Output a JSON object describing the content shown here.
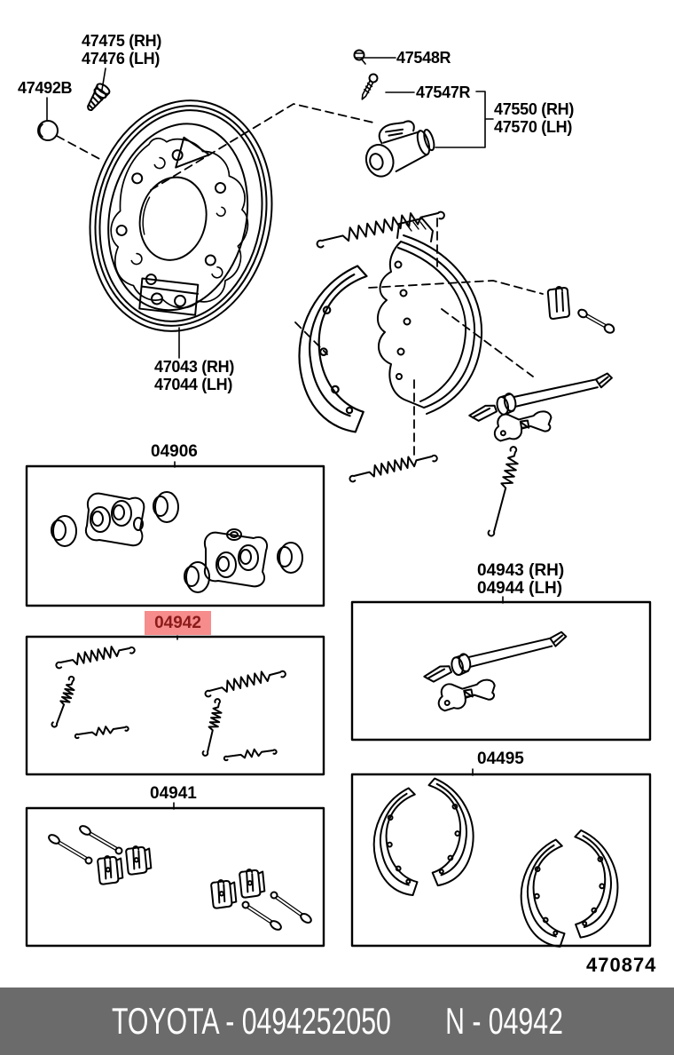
{
  "diagram": {
    "figure_number": "470874",
    "colors": {
      "line": "#000000",
      "highlight_bg": "#f68c8c",
      "highlight_text": "#8b1a1a",
      "footer_bg": "#6b6b6b",
      "footer_text": "#ffffff"
    },
    "callouts": {
      "mounting_bolt": {
        "line1": "47475 (RH)",
        "line2": "47476 (LH)"
      },
      "plug": {
        "text": "47492B"
      },
      "bleeder_plug": {
        "text": "47548R"
      },
      "bleeder_screw": {
        "text": "47547R"
      },
      "wheel_cylinder": {
        "line1": "47550 (RH)",
        "line2": "47570 (LH)"
      },
      "backing_plate": {
        "line1": "47043 (RH)",
        "line2": "47044 (LH)"
      }
    },
    "kits": {
      "wheel_cylinder_kit": {
        "code": "04906"
      },
      "spring_kit": {
        "code": "04942",
        "highlighted": true
      },
      "pin_kit": {
        "code": "04941"
      },
      "adjuster_kit": {
        "line1": "04943 (RH)",
        "line2": "04944 (LH)"
      },
      "shoe_kit": {
        "code": "04495"
      }
    }
  },
  "footer": {
    "brand_part": "TOYOTA - 0494252050",
    "number": "N - 04942"
  }
}
